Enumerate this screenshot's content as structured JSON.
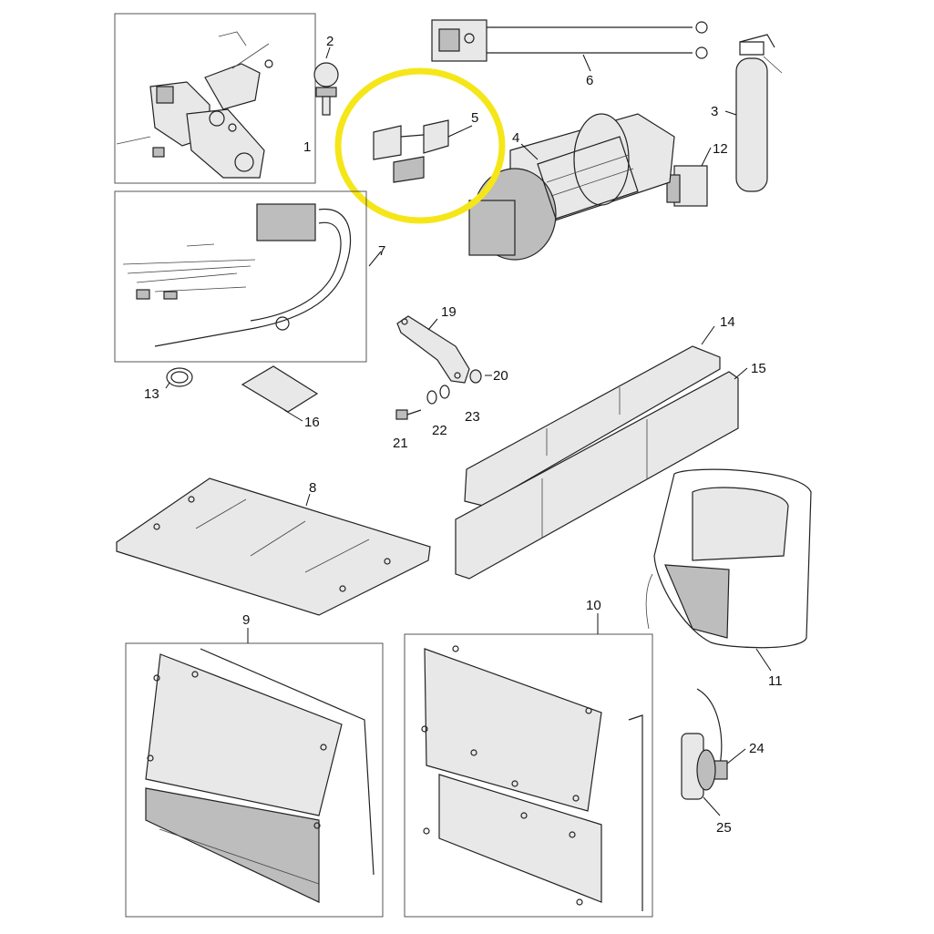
{
  "highlight_color": "#f5e61a",
  "callouts": {
    "c1": "1",
    "c2": "2",
    "c3": "3",
    "c4": "4",
    "c5": "5",
    "c6": "6",
    "c7": "7",
    "c8": "8",
    "c9": "9",
    "c10": "10",
    "c11": "11",
    "c12": "12",
    "c13": "13",
    "c14": "14",
    "c15": "15",
    "c16": "16",
    "c19": "19",
    "c20": "20",
    "c21": "21",
    "c22": "22",
    "c23": "23",
    "c24": "24",
    "c25": "25"
  }
}
